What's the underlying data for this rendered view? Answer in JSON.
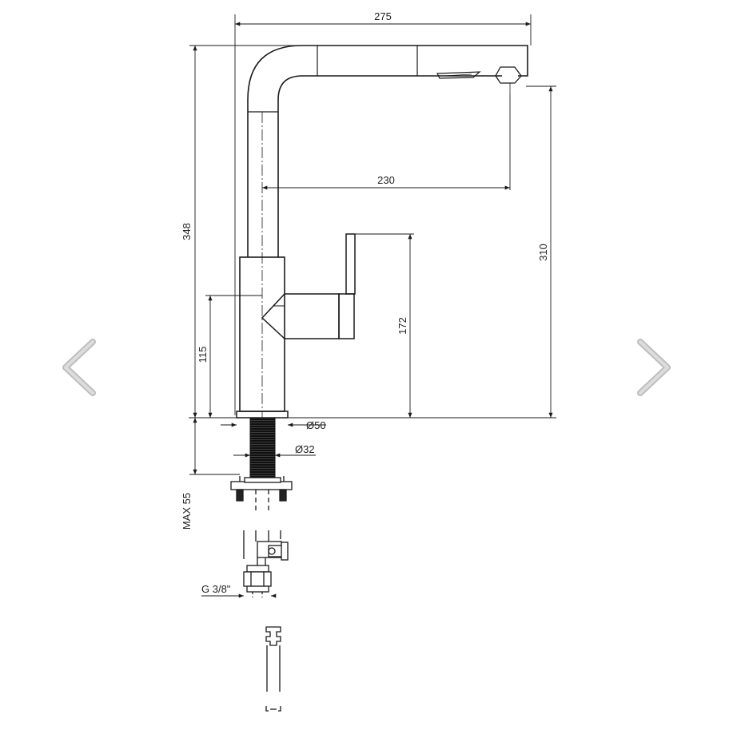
{
  "viewer": {
    "prev_icon": "chevron-left-icon",
    "next_icon": "chevron-right-icon",
    "arrow_color": "#c8c8c8"
  },
  "drawing": {
    "line_color": "#1a1a1a",
    "dimensions": {
      "total_width": "275",
      "spout_reach": "230",
      "total_height": "348",
      "outlet_height": "310",
      "lever_height": "172",
      "lever_axis_height": "115",
      "base_diameter": "Ø50",
      "shank_diameter": "Ø32",
      "max_counter_thickness": "MAX 55",
      "connection_thread": "G 3/8\""
    }
  }
}
